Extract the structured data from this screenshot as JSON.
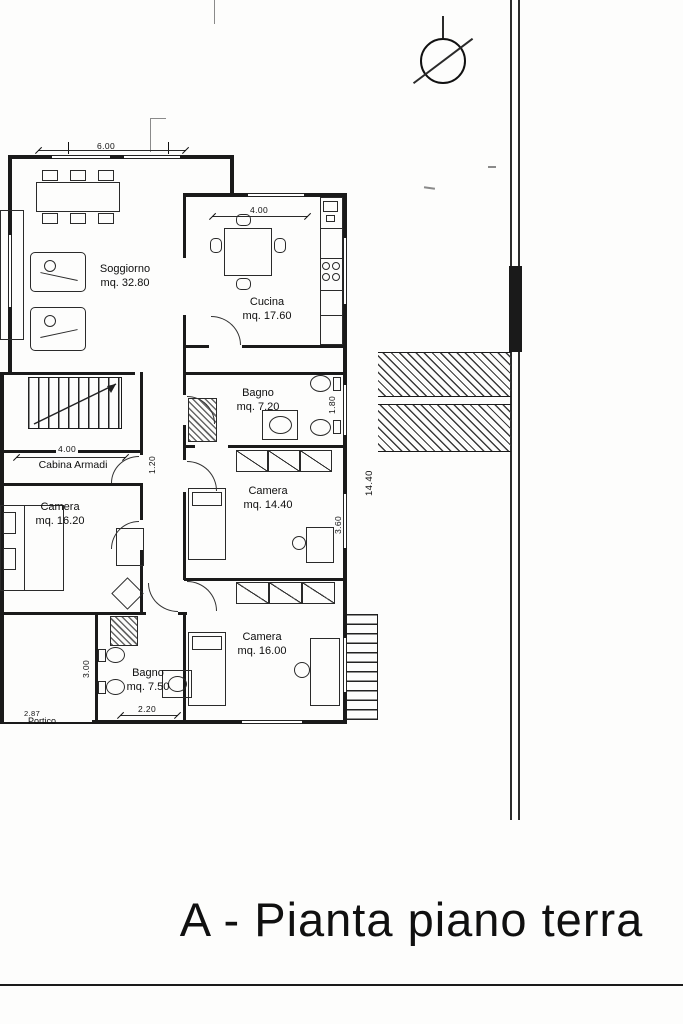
{
  "title": "A - Pianta piano terra",
  "rooms": [
    {
      "name": "Soggiorno",
      "area": "mq. 32.80"
    },
    {
      "name": "Cucina",
      "area": "mq. 17.60"
    },
    {
      "name": "Bagno",
      "area": "mq. 7.20"
    },
    {
      "name": "Cabina Armadi",
      "area": ""
    },
    {
      "name": "Camera",
      "area": "mq. 16.20"
    },
    {
      "name": "Camera",
      "area": "mq. 14.40"
    },
    {
      "name": "Camera",
      "area": "mq. 16.00"
    },
    {
      "name": "Bagno",
      "area": "mq. 7.50"
    },
    {
      "name": "Portico",
      "area": ""
    }
  ],
  "dimensions": {
    "soggiorno_width": "6.00",
    "cucina_width": "4.00",
    "cabina_width": "4.00",
    "corridor_width": "1.20",
    "bagno_depth": "1.80",
    "camera_depth": "3.60",
    "building_depth": "14.40",
    "portico_depth": "3.00",
    "bagno2_width": "2.20",
    "portico_width": "2.87"
  },
  "colors": {
    "ink": "#1a1a1a",
    "paper": "#fdfdfc"
  }
}
